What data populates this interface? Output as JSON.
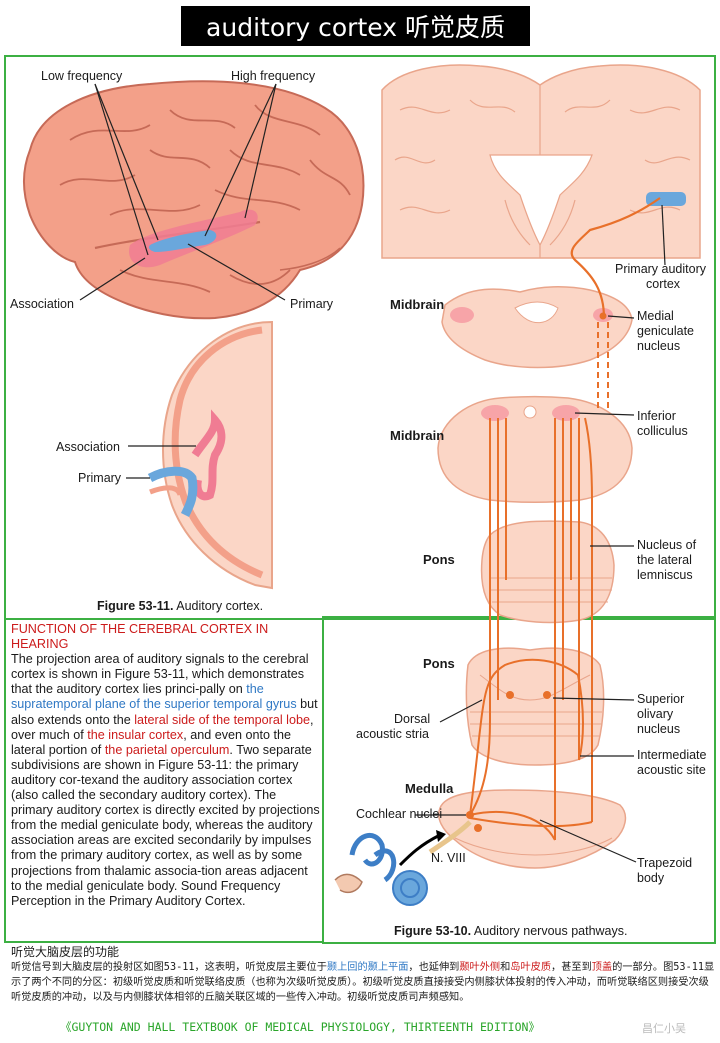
{
  "title": "auditory cortex 听觉皮质",
  "figure_left": {
    "labels": {
      "low_frequency": "Low frequency",
      "high_frequency": "High frequency",
      "association_top": "Association",
      "primary_top": "Primary",
      "association_section": "Association",
      "primary_section": "Primary"
    },
    "caption_number": "Figure 53-11.",
    "caption_text": "Auditory cortex."
  },
  "figure_right": {
    "labels": {
      "primary_auditory_cortex_1": "Primary auditory",
      "primary_auditory_cortex_2": "cortex",
      "midbrain_1": "Midbrain",
      "medial_geniculate_1": "Medial",
      "medial_geniculate_2": "geniculate",
      "medial_geniculate_3": "nucleus",
      "midbrain_2": "Midbrain",
      "inferior_colliculus_1": "Inferior",
      "inferior_colliculus_2": "colliculus",
      "pons_1": "Pons",
      "lateral_lemniscus_1": "Nucleus of",
      "lateral_lemniscus_2": "the lateral",
      "lateral_lemniscus_3": "lemniscus",
      "pons_2": "Pons",
      "superior_olivary_1": "Superior",
      "superior_olivary_2": "olivary",
      "superior_olivary_3": "nucleus",
      "dorsal_acoustic_1": "Dorsal",
      "dorsal_acoustic_2": "acoustic stria",
      "intermediate_acoustic_1": "Intermediate",
      "intermediate_acoustic_2": "acoustic site",
      "medulla": "Medulla",
      "cochlear_nuclei": "Cochlear nuclei",
      "n_viii": "N. VIII",
      "trapezoid_1": "Trapezoid",
      "trapezoid_2": "body"
    },
    "caption_number": "Figure 53-10.",
    "caption_text": "Auditory nervous pathways."
  },
  "text": {
    "heading": "FUNCTION OF THE CEREBRAL CORTEX IN HEARING",
    "p1": "The projection area of auditory signals to the cerebral cortex is shown in Figure 53-11, which demonstrates that the auditory cortex lies princi-pally on ",
    "p1_blue": "the supratemporal plane of the superior temporal gyrus",
    "p2": " but also extends onto the ",
    "p2_red": "lateral side of the temporal lobe",
    "p3": ", over much of ",
    "p3_red": "the insular cortex",
    "p4": ", and even onto the lateral portion of ",
    "p4_red": "the parietal operculum",
    "p5": ". Two separate subdivisions are shown in Figure 53-11: the primary auditory cor-texand the auditory association cortex (also called the secondary auditory cortex). The primary auditory cortex is directly excited by projections from the medial geniculate body, whereas the auditory association areas are excited secondarily by impulses from the primary auditory cortex, as well as by some projections from thalamic associa-tion areas adjacent to the medial geniculate body. Sound Frequency Perception in the Primary Auditory Cortex."
  },
  "chinese": {
    "heading": "听觉大脑皮层的功能",
    "c1": "听觉信号到大脑皮层的投射区如图53-11，这表明，听觉皮层主要位于",
    "c1_blue": "颞上回的颞上平面",
    "c2": "，也延伸到",
    "c2_red": "颞叶外侧",
    "c3": "和",
    "c3_red": "岛叶皮质",
    "c4": "，甚至到",
    "c4_red": "顶盖",
    "c5": "的一部分。图53-11显示了两个不同的分区：初级听觉皮质和听觉联络皮质（也称为次级听觉皮质）。初级听觉皮质直接接受内侧膝状体投射的传入冲动，而听觉联络区则接受次级听觉皮质的冲动，以及与内侧膝状体相邻的丘脑关联区域的一些传入冲动。初级听觉皮质司声频感知。"
  },
  "source": "《GUYTON AND HALL TEXTBOOK OF MEDICAL PHYSIOLOGY, THIRTEENTH EDITION》",
  "watermark": "昌仁小吴",
  "colors": {
    "brain": "#f3a089",
    "brain_light": "#fbd6c6",
    "primary_blue": "#6aa7dc",
    "association_pink": "#f07c93",
    "pathway_orange": "#e8702a",
    "frame_green": "#3cb043",
    "heading_red": "#cc1b1b",
    "highlight_blue": "#2f78c4"
  }
}
